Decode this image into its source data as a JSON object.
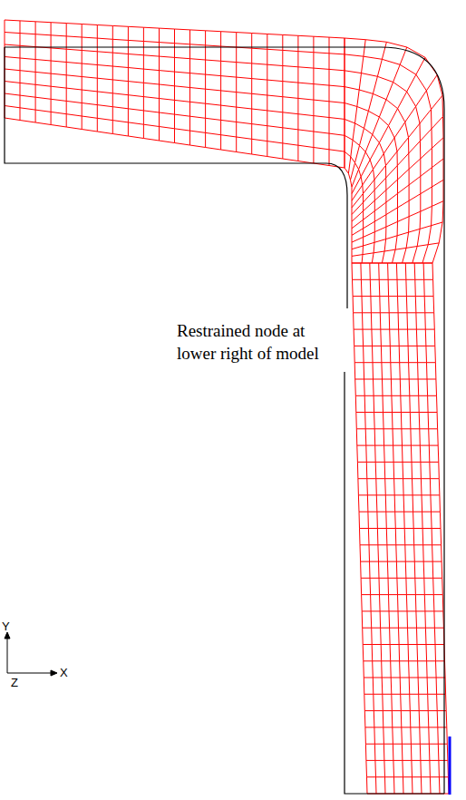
{
  "diagram": {
    "labels": [
      "Restrained node at lower right of model",
      "Y",
      "Z",
      "X"
    ]
  }
}
